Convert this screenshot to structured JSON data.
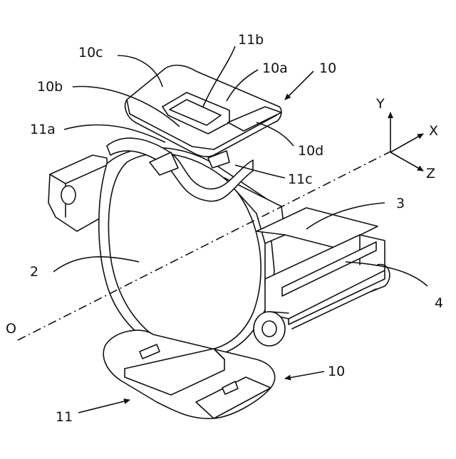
{
  "labels": {
    "l_10c": "10c",
    "l_11b": "11b",
    "l_10a": "10a",
    "l_10_top": "10",
    "l_10b": "10b",
    "l_11a": "11a",
    "l_10d": "10d",
    "l_11c": "11c",
    "l_3": "3",
    "l_2": "2",
    "l_4": "4",
    "l_O": "O",
    "l_10_bottom": "10",
    "l_11": "11"
  },
  "axes_triad": {
    "y": "Y",
    "x": "X",
    "z": "Z"
  }
}
